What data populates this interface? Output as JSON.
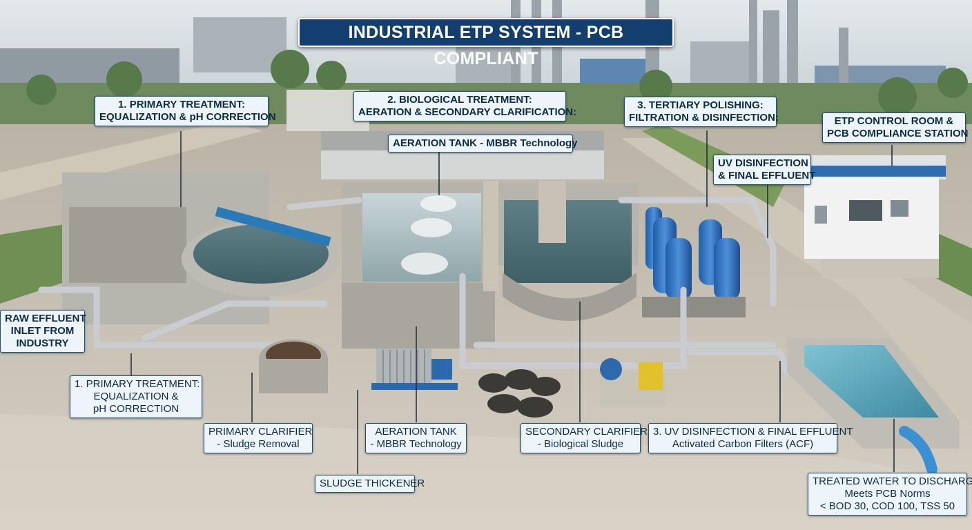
{
  "title": "INDUSTRIAL ETP SYSTEM - PCB COMPLIANT",
  "labels": {
    "primary_top": [
      "1. PRIMARY TREATMENT:",
      "EQUALIZATION & pH CORRECTION"
    ],
    "biological_top": [
      "2. BIOLOGICAL TREATMENT:",
      "AERATION & SECONDARY CLARIFICATION:"
    ],
    "aeration_top": [
      "AERATION TANK - MBBR Technology"
    ],
    "tertiary_top": [
      "3. TERTIARY POLISHING:",
      "FILTRATION & DISINFECTION:"
    ],
    "control_room": [
      "ETP CONTROL ROOM &",
      "PCB COMPLIANCE STATION"
    ],
    "uv_top": [
      "UV DISINFECTION",
      "& FINAL EFFLUENT"
    ],
    "raw_inlet": [
      "RAW EFFLUENT",
      "INLET FROM",
      "INDUSTRY"
    ],
    "primary_bottom": [
      "1. PRIMARY TREATMENT:",
      "EQUALIZATION &",
      "pH CORRECTION"
    ],
    "primary_clarifier": [
      "PRIMARY CLARIFIER",
      "- Sludge Removal"
    ],
    "sludge_thickener": [
      "SLUDGE THICKENER"
    ],
    "aeration_bottom": [
      "AERATION TANK",
      "- MBBR Technology"
    ],
    "secondary_clarifier": [
      "SECONDARY CLARIFIER",
      "- Biological Sludge"
    ],
    "uv_bottom": [
      "3. UV DISINFECTION & FINAL EFFLUENT",
      "Activated Carbon Filters (ACF)"
    ],
    "treated_water": [
      "TREATED WATER TO DISCHARGE",
      "Meets PCB Norms",
      "< BOD 30, COD 100, TSS 50"
    ]
  }
}
